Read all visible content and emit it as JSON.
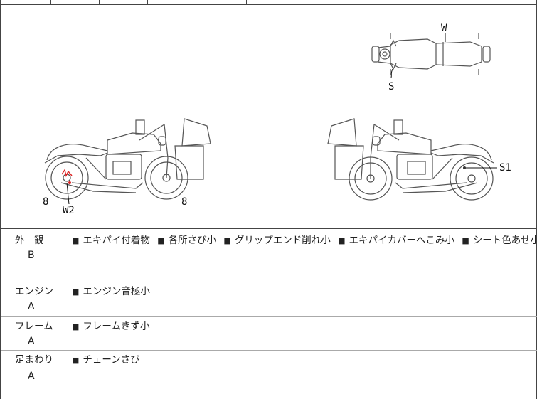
{
  "diagram": {
    "labels": {
      "w": "W",
      "s": "S",
      "s1": "S1",
      "w2": "W2",
      "left_front_8": "8",
      "left_rear_8": "8"
    }
  },
  "sections": [
    {
      "category": "外　観",
      "grade": "B",
      "items": [
        "エキパイ付着物",
        "各所さび小",
        "グリップエンド削れ小",
        "エキパイカバーへこみ小",
        "シート色あせ小"
      ]
    },
    {
      "category": "エンジン",
      "grade": "A",
      "items": [
        "エンジン音極小"
      ]
    },
    {
      "category": "フレーム",
      "grade": "A",
      "items": [
        "フレームきず小"
      ]
    },
    {
      "category": "足まわり",
      "grade": "A",
      "items": [
        "チェーンさび"
      ]
    }
  ],
  "bullet": "■"
}
